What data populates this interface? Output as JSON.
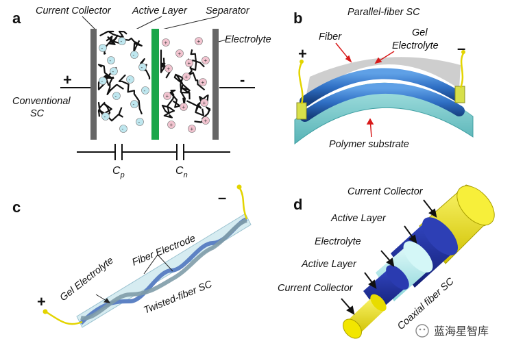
{
  "panel_a": {
    "letter": "a",
    "current_collector": "Current Collector",
    "active_layer": "Active Layer",
    "separator": "Separator",
    "electrolyte": "Electrolyte",
    "conventional": "Conventional",
    "sc": "SC",
    "plus": "+",
    "minus": "-",
    "cp": "C",
    "cp_sub": "p",
    "cn": "C",
    "cn_sub": "n"
  },
  "panel_b": {
    "letter": "b",
    "title": "Parallel-fiber SC",
    "fiber": "Fiber",
    "gel": "Gel",
    "electrolyte": "Electrolyte",
    "substrate": "Polymer substrate",
    "plus": "+",
    "minus": "–"
  },
  "panel_c": {
    "letter": "c",
    "fiber_electrode": "Fiber Electrode",
    "gel_electrolyte": "Gel Electrolyte",
    "twisted": "Twisted-fiber SC",
    "plus": "+",
    "minus": "–"
  },
  "panel_d": {
    "letter": "d",
    "current_collector_top": "Current Collector",
    "active_layer_top": "Active Layer",
    "electrolyte": "Electrolyte",
    "active_layer_bottom": "Active Layer",
    "current_collector_bottom": "Current Collector",
    "coaxial": "Coaxial fiber SC"
  },
  "watermark": "蓝海星智库",
  "colors": {
    "collector": "#666666",
    "separator": "#1aa64a",
    "pos_ion": "#f2c4d0",
    "neg_ion": "#bfe7ef",
    "fiber_blue": "#2f6fc4",
    "substrate": "#7fcfd0",
    "yellow": "#f2e600",
    "navy": "#1c2e9c",
    "light_cyan": "#bfeff0"
  }
}
